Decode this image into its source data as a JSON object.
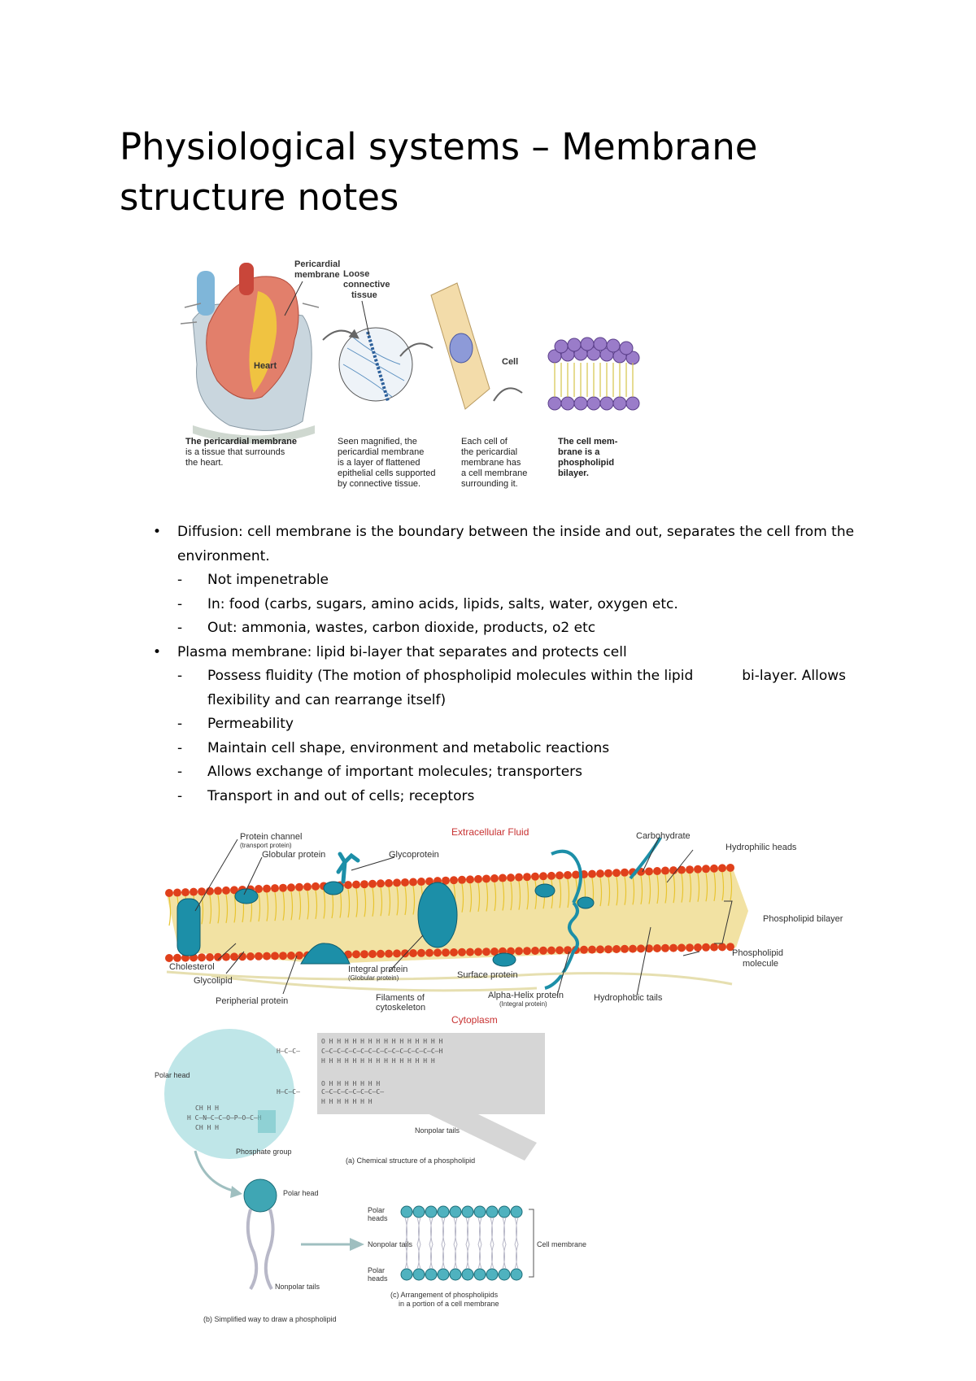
{
  "title": "Physiological systems – Membrane structure notes",
  "figure1": {
    "labels": {
      "pericardial": "Pericardial membrane",
      "loose": "Loose connective tissue",
      "heart": "Heart",
      "cell": "Cell"
    },
    "captions": [
      {
        "lines": [
          "The pericardial membrane",
          "is a tissue that surrounds",
          "the heart."
        ]
      },
      {
        "lines": [
          "Seen magnified, the",
          "pericardial membrane",
          "is a layer of flattened",
          "epithelial cells supported",
          "by connective tissue."
        ]
      },
      {
        "lines": [
          "Each cell of",
          "the pericardial",
          "membrane has",
          "a cell membrane",
          "surrounding it."
        ]
      },
      {
        "lines": [
          "The cell mem-",
          "brane is a",
          "phospholipid",
          "bilayer."
        ]
      }
    ]
  },
  "notes": [
    {
      "text": "Diffusion: cell membrane is the boundary between the inside and out, separates the cell from the environment.",
      "sub": [
        "Not impenetrable",
        "In: food (carbs, sugars, amino acids, lipids, salts, water, oxygen etc.",
        "Out: ammonia, wastes, carbon dioxide, products, o2 etc"
      ]
    },
    {
      "text": "Plasma membrane: lipid bi-layer that separates and protects cell",
      "sub_fluidity_a": "Possess fluidity (The motion of phospholipid molecules within the lipid",
      "sub_fluidity_b": "bi-layer. Allows flexibility and can rearrange itself)",
      "sub": [
        "Permeability",
        "Maintain cell shape, environment and metabolic reactions",
        "Allows exchange of important molecules; transporters",
        "Transport in and out of cells; receptors"
      ]
    }
  ],
  "figure2": {
    "extracellular": "Extracellular Fluid",
    "cytoplasm": "Cytoplasm",
    "labels": {
      "protein_channel": "Protein channel",
      "protein_channel_sub": "(transport protein)",
      "globular": "Globular protein",
      "glycoprotein": "Glycoprotein",
      "carbohydrate": "Carbohydrate",
      "hydrophilic": "Hydrophilic heads",
      "bilayer": "Phospholipid bilayer",
      "molecule_a": "Phospholipid",
      "molecule_b": "molecule",
      "cholesterol": "Cholesterol",
      "glycolipid": "Glycolipid",
      "peripheral": "Peripherial protein",
      "integral": "Integral protein",
      "integral_sub": "(Globular protein)",
      "filaments_a": "Filaments of",
      "filaments_b": "cytoskeleton",
      "surface": "Surface protein",
      "alpha": "Alpha-Helix protein",
      "alpha_sub": "(Integral protein)",
      "hydrophobic": "Hydrophobic tails"
    },
    "colors": {
      "head": "#e0401b",
      "tail": "#e8c430",
      "protein": "#1c8fa8",
      "title": "#c83232"
    }
  },
  "figure3": {
    "polar_head": "Polar head",
    "nonpolar_tails": "Nonpolar tails",
    "phosphate_group": "Phosphate group",
    "caption_a": "(a) Chemical structure of a phospholipid",
    "polar_head_b": "Polar head",
    "nonpolar_tails_b": "Nonpolar tails",
    "caption_b": "(b) Simplified way to draw a phospholipid",
    "polar_heads_top": [
      "Polar",
      "heads"
    ],
    "nonpolar_tails_c": "Nonpolar tails",
    "polar_heads_bottom": [
      "Polar",
      "heads"
    ],
    "cell_membrane": "Cell membrane",
    "caption_c": [
      "(c) Arrangement of phospholipids",
      "in a portion of a cell membrane"
    ]
  }
}
